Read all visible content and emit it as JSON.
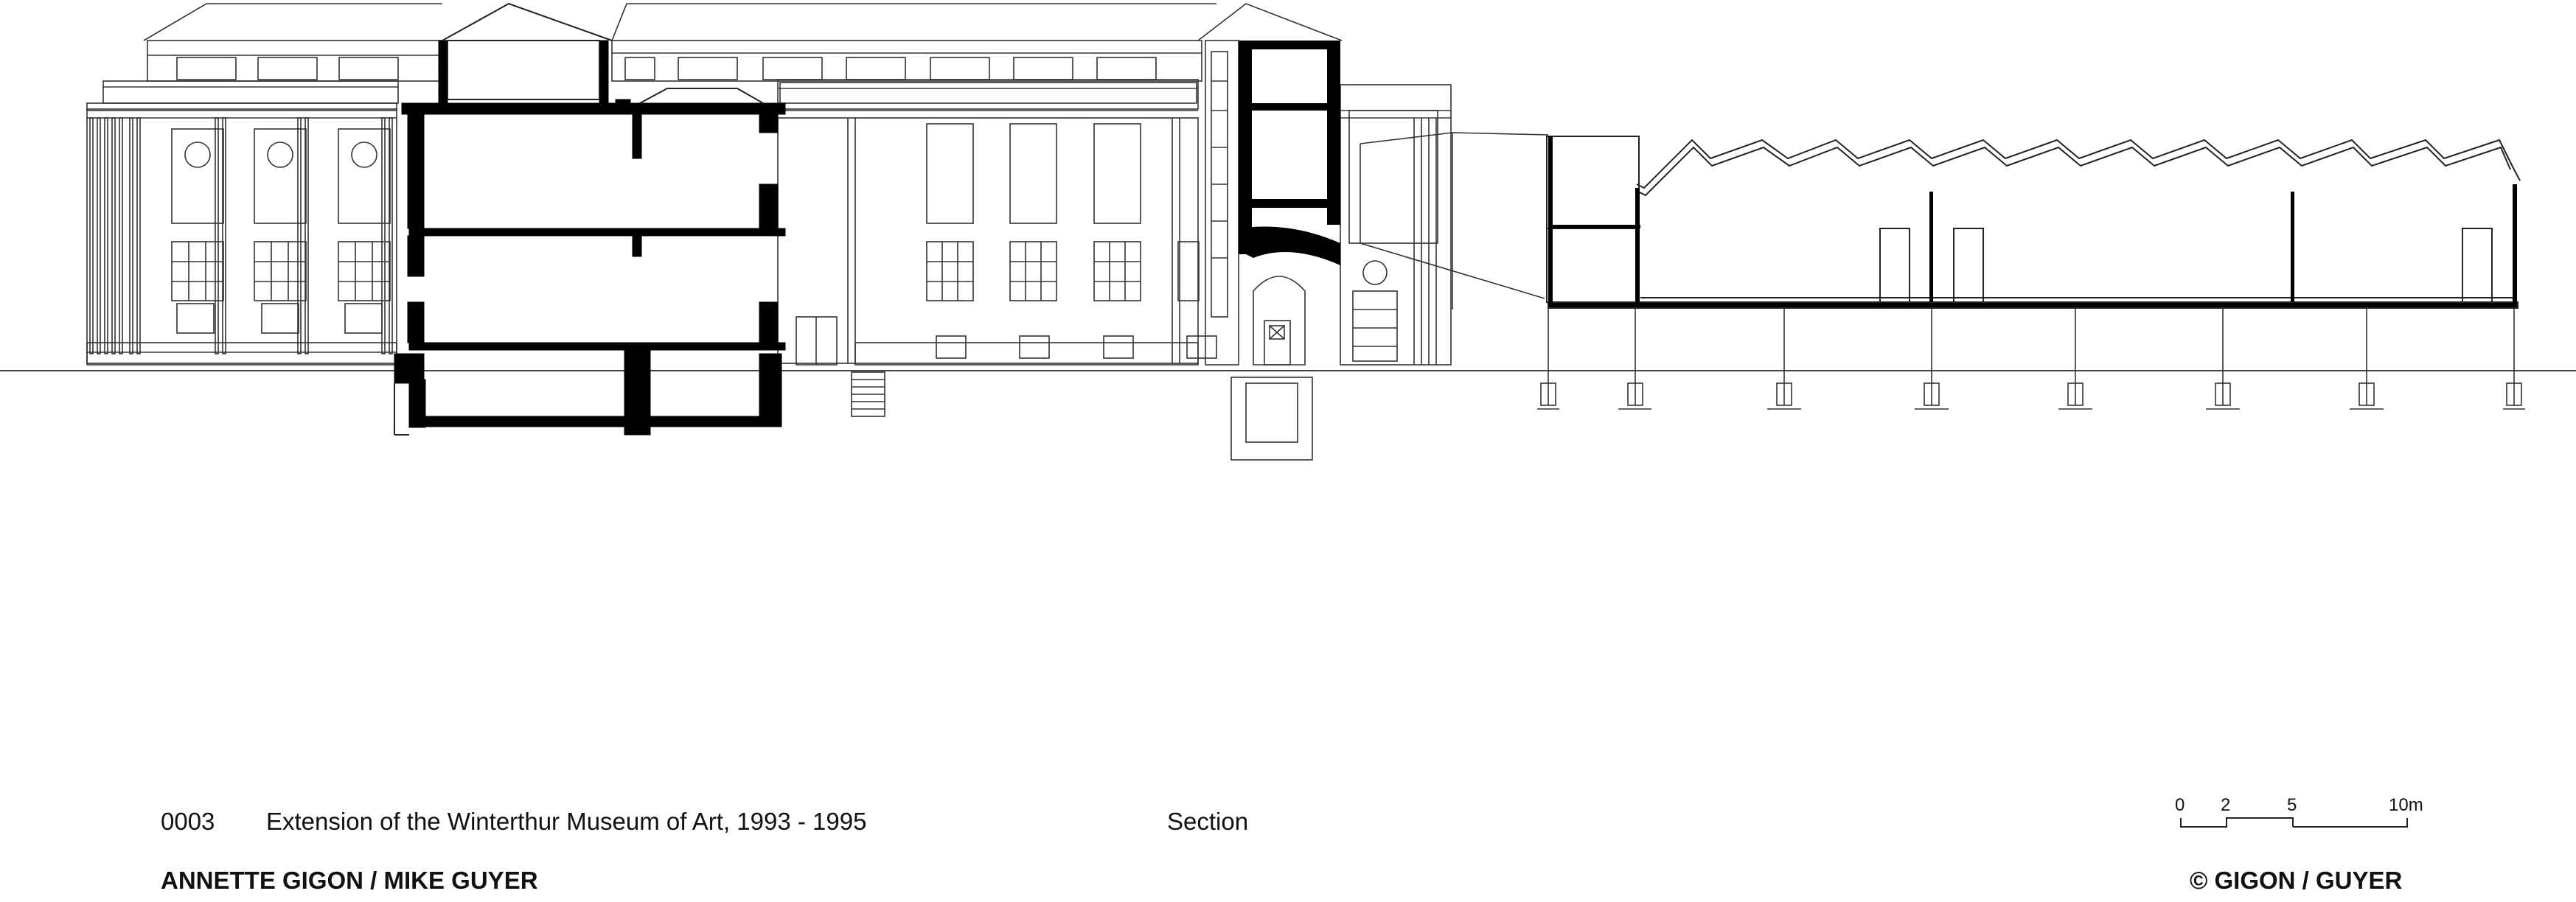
{
  "sheet": {
    "number": "0003",
    "project_title": "Extension of the Winterthur Museum of Art, 1993 - 1995",
    "drawing_type": "Section",
    "architects": "ANNETTE GIGON / MIKE GUYER",
    "copyright": "© GIGON / GUYER"
  },
  "scale_bar": {
    "labels": [
      "0",
      "2",
      "5",
      "10m"
    ],
    "values": [
      0,
      2,
      5,
      10
    ]
  },
  "colors": {
    "line": "#222222",
    "poche": "#000000",
    "background": "#ffffff"
  }
}
